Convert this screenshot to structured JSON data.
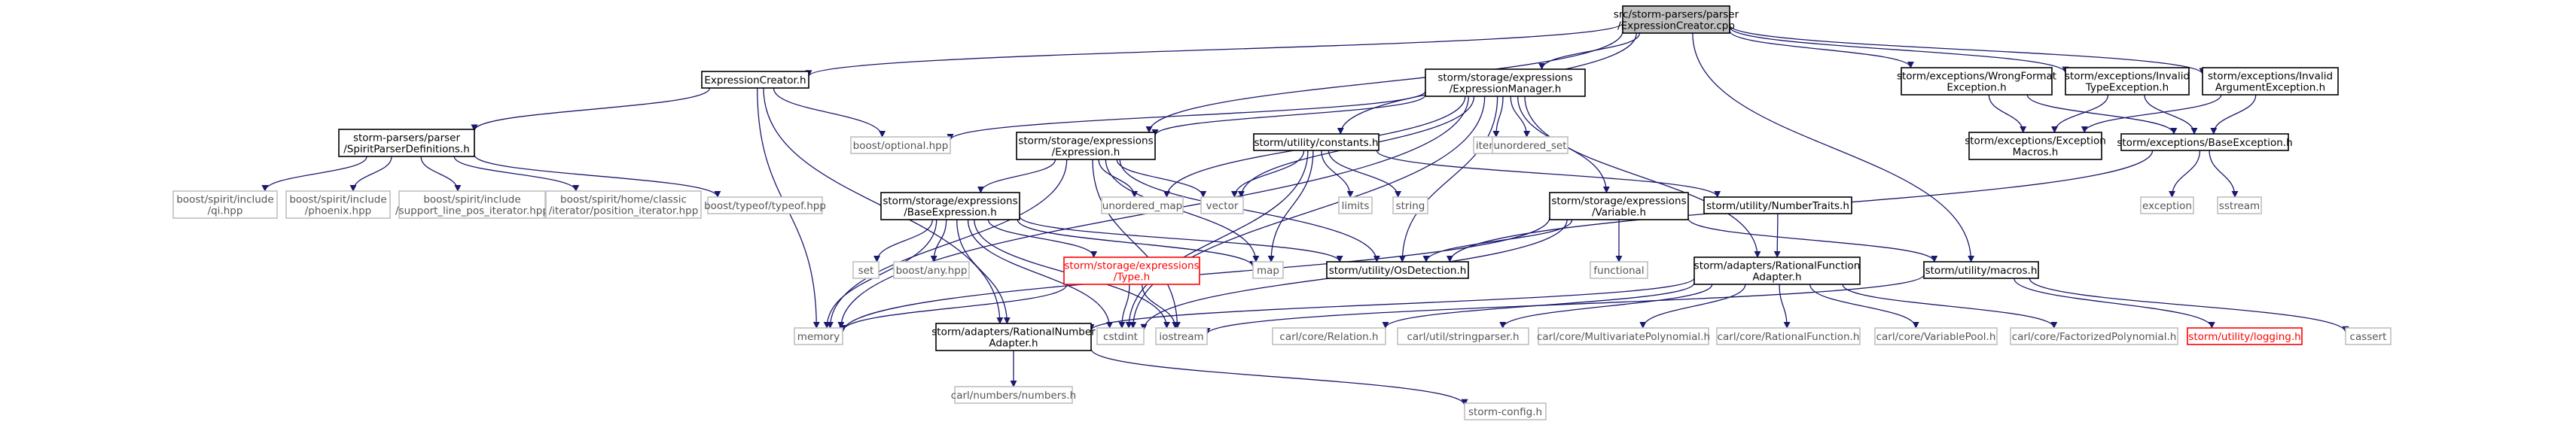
{
  "title": "src/storm-parsers/parser/ExpressionCreator.cpp",
  "colors": {
    "edge": "#191970",
    "root_fill": "#bfbfbf",
    "root_border": "#000000",
    "documented_border": "#000000",
    "external_border": "#bfbfbf",
    "external_text": "#555555",
    "red_border": "#ff0000",
    "text": "#000000"
  },
  "nodes": [
    {
      "id": "root",
      "lines": [
        "src/storm-parsers/parser",
        "/ExpressionCreator.cpp"
      ],
      "kind": "root"
    },
    {
      "id": "expressioncreator_h",
      "lines": [
        "ExpressionCreator.h"
      ],
      "kind": "doc"
    },
    {
      "id": "expressionmanager_h",
      "lines": [
        "storm/storage/expressions",
        "/ExpressionManager.h"
      ],
      "kind": "doc"
    },
    {
      "id": "wrongformat_h",
      "lines": [
        "storm/exceptions/WrongFormat",
        "Exception.h"
      ],
      "kind": "doc"
    },
    {
      "id": "invalidtype_h",
      "lines": [
        "storm/exceptions/Invalid",
        "TypeException.h"
      ],
      "kind": "doc"
    },
    {
      "id": "invalidargument_h",
      "lines": [
        "storm/exceptions/Invalid",
        "ArgumentException.h"
      ],
      "kind": "doc"
    },
    {
      "id": "spiritparserdefinitions_h",
      "lines": [
        "storm-parsers/parser",
        "/SpiritParserDefinitions.h"
      ],
      "kind": "doc"
    },
    {
      "id": "boost_optional",
      "lines": [
        "boost/optional.hpp"
      ],
      "kind": "ext"
    },
    {
      "id": "expression_h",
      "lines": [
        "storm/storage/expressions",
        "/Expression.h"
      ],
      "kind": "doc"
    },
    {
      "id": "constants_h",
      "lines": [
        "storm/utility/constants.h"
      ],
      "kind": "doc"
    },
    {
      "id": "iterator",
      "lines": [
        "iterator"
      ],
      "kind": "ext"
    },
    {
      "id": "unordered_set",
      "lines": [
        "unordered_set"
      ],
      "kind": "ext"
    },
    {
      "id": "exceptionmacros_h",
      "lines": [
        "storm/exceptions/Exception",
        "Macros.h"
      ],
      "kind": "doc"
    },
    {
      "id": "baseexception_h",
      "lines": [
        "storm/exceptions/BaseException.h"
      ],
      "kind": "doc"
    },
    {
      "id": "spirit_qi",
      "lines": [
        "boost/spirit/include",
        "/qi.hpp"
      ],
      "kind": "ext"
    },
    {
      "id": "spirit_phoenix",
      "lines": [
        "boost/spirit/include",
        "/phoenix.hpp"
      ],
      "kind": "ext"
    },
    {
      "id": "spirit_support",
      "lines": [
        "boost/spirit/include",
        "/support_line_pos_iterator.hpp"
      ],
      "kind": "ext"
    },
    {
      "id": "spirit_position",
      "lines": [
        "boost/spirit/home/classic",
        "/iterator/position_iterator.hpp"
      ],
      "kind": "ext"
    },
    {
      "id": "boost_typeof",
      "lines": [
        "boost/typeof/typeof.hpp"
      ],
      "kind": "ext"
    },
    {
      "id": "baseexpression_h",
      "lines": [
        "storm/storage/expressions",
        "/BaseExpression.h"
      ],
      "kind": "doc"
    },
    {
      "id": "unordered_map",
      "lines": [
        "unordered_map"
      ],
      "kind": "ext"
    },
    {
      "id": "vector",
      "lines": [
        "vector"
      ],
      "kind": "ext"
    },
    {
      "id": "limits",
      "lines": [
        "limits"
      ],
      "kind": "ext"
    },
    {
      "id": "string",
      "lines": [
        "string"
      ],
      "kind": "ext"
    },
    {
      "id": "variable_h",
      "lines": [
        "storm/storage/expressions",
        "/Variable.h"
      ],
      "kind": "doc"
    },
    {
      "id": "numbertraits_h",
      "lines": [
        "storm/utility/NumberTraits.h"
      ],
      "kind": "doc"
    },
    {
      "id": "exception",
      "lines": [
        "exception"
      ],
      "kind": "ext"
    },
    {
      "id": "sstream",
      "lines": [
        "sstream"
      ],
      "kind": "ext"
    },
    {
      "id": "set",
      "lines": [
        "set"
      ],
      "kind": "ext"
    },
    {
      "id": "boost_any",
      "lines": [
        "boost/any.hpp"
      ],
      "kind": "ext"
    },
    {
      "id": "type_h",
      "lines": [
        "storm/storage/expressions",
        "/Type.h"
      ],
      "kind": "red"
    },
    {
      "id": "map",
      "lines": [
        "map"
      ],
      "kind": "ext"
    },
    {
      "id": "osdetection_h",
      "lines": [
        "storm/utility/OsDetection.h"
      ],
      "kind": "doc"
    },
    {
      "id": "functional",
      "lines": [
        "functional"
      ],
      "kind": "ext"
    },
    {
      "id": "rationalfunctionadapter_h",
      "lines": [
        "storm/adapters/RationalFunction",
        "Adapter.h"
      ],
      "kind": "doc"
    },
    {
      "id": "macros_h",
      "lines": [
        "storm/utility/macros.h"
      ],
      "kind": "doc"
    },
    {
      "id": "memory",
      "lines": [
        "memory"
      ],
      "kind": "ext"
    },
    {
      "id": "rationalnumberadapter_h",
      "lines": [
        "storm/adapters/RationalNumber",
        "Adapter.h"
      ],
      "kind": "doc"
    },
    {
      "id": "cstdint",
      "lines": [
        "cstdint"
      ],
      "kind": "ext"
    },
    {
      "id": "iostream",
      "lines": [
        "iostream"
      ],
      "kind": "ext"
    },
    {
      "id": "carl_relation",
      "lines": [
        "carl/core/Relation.h"
      ],
      "kind": "ext"
    },
    {
      "id": "carl_stringparser",
      "lines": [
        "carl/util/stringparser.h"
      ],
      "kind": "ext"
    },
    {
      "id": "carl_multivariate",
      "lines": [
        "carl/core/MultivariatePolynomial.h"
      ],
      "kind": "ext"
    },
    {
      "id": "carl_rationalfunction",
      "lines": [
        "carl/core/RationalFunction.h"
      ],
      "kind": "ext"
    },
    {
      "id": "carl_variablepool",
      "lines": [
        "carl/core/VariablePool.h"
      ],
      "kind": "ext"
    },
    {
      "id": "carl_factorized",
      "lines": [
        "carl/core/FactorizedPolynomial.h"
      ],
      "kind": "ext"
    },
    {
      "id": "logging_h",
      "lines": [
        "storm/utility/logging.h"
      ],
      "kind": "red"
    },
    {
      "id": "cassert",
      "lines": [
        "cassert"
      ],
      "kind": "ext"
    },
    {
      "id": "carl_numbers",
      "lines": [
        "carl/numbers/numbers.h"
      ],
      "kind": "ext"
    },
    {
      "id": "storm_config",
      "lines": [
        "storm-config.h"
      ],
      "kind": "ext"
    }
  ],
  "edges": [
    [
      "root",
      "expressioncreator_h"
    ],
    [
      "root",
      "expressionmanager_h"
    ],
    [
      "root",
      "wrongformat_h"
    ],
    [
      "root",
      "invalidtype_h"
    ],
    [
      "root",
      "invalidargument_h"
    ],
    [
      "root",
      "expression_h"
    ],
    [
      "root",
      "constants_h"
    ],
    [
      "root",
      "macros_h"
    ],
    [
      "expressioncreator_h",
      "spiritparserdefinitions_h"
    ],
    [
      "expressioncreator_h",
      "boost_optional"
    ],
    [
      "expressioncreator_h",
      "memory"
    ],
    [
      "expressioncreator_h",
      "rationalnumberadapter_h"
    ],
    [
      "spiritparserdefinitions_h",
      "spirit_qi"
    ],
    [
      "spiritparserdefinitions_h",
      "spirit_phoenix"
    ],
    [
      "spiritparserdefinitions_h",
      "spirit_support"
    ],
    [
      "spiritparserdefinitions_h",
      "spirit_position"
    ],
    [
      "spiritparserdefinitions_h",
      "boost_typeof"
    ],
    [
      "expressionmanager_h",
      "boost_optional"
    ],
    [
      "expressionmanager_h",
      "expression_h"
    ],
    [
      "expressionmanager_h",
      "iterator"
    ],
    [
      "expressionmanager_h",
      "unordered_set"
    ],
    [
      "expressionmanager_h",
      "unordered_map"
    ],
    [
      "expressionmanager_h",
      "vector"
    ],
    [
      "expressionmanager_h",
      "variable_h"
    ],
    [
      "expressionmanager_h",
      "osdetection_h"
    ],
    [
      "expressionmanager_h",
      "rationalfunctionadapter_h"
    ],
    [
      "expressionmanager_h",
      "cstdint"
    ],
    [
      "expressionmanager_h",
      "memory"
    ],
    [
      "wrongformat_h",
      "exceptionmacros_h"
    ],
    [
      "wrongformat_h",
      "baseexception_h"
    ],
    [
      "invalidtype_h",
      "exceptionmacros_h"
    ],
    [
      "invalidtype_h",
      "baseexception_h"
    ],
    [
      "invalidargument_h",
      "exceptionmacros_h"
    ],
    [
      "invalidargument_h",
      "baseexception_h"
    ],
    [
      "baseexception_h",
      "exception"
    ],
    [
      "baseexception_h",
      "sstream"
    ],
    [
      "baseexception_h",
      "osdetection_h"
    ],
    [
      "expression_h",
      "baseexpression_h"
    ],
    [
      "expression_h",
      "unordered_map"
    ],
    [
      "expression_h",
      "vector"
    ],
    [
      "expression_h",
      "memory"
    ],
    [
      "expression_h",
      "map"
    ],
    [
      "expression_h",
      "osdetection_h"
    ],
    [
      "expression_h",
      "iostream"
    ],
    [
      "constants_h",
      "vector"
    ],
    [
      "constants_h",
      "limits"
    ],
    [
      "constants_h",
      "string"
    ],
    [
      "constants_h",
      "numbertraits_h"
    ],
    [
      "constants_h",
      "map"
    ],
    [
      "constants_h",
      "cstdint"
    ],
    [
      "baseexpression_h",
      "memory"
    ],
    [
      "baseexpression_h",
      "set"
    ],
    [
      "baseexpression_h",
      "boost_any"
    ],
    [
      "baseexpression_h",
      "type_h"
    ],
    [
      "baseexpression_h",
      "map"
    ],
    [
      "baseexpression_h",
      "osdetection_h"
    ],
    [
      "baseexpression_h",
      "rationalnumberadapter_h"
    ],
    [
      "baseexpression_h",
      "cstdint"
    ],
    [
      "baseexpression_h",
      "iostream"
    ],
    [
      "type_h",
      "memory"
    ],
    [
      "type_h",
      "cstdint"
    ],
    [
      "type_h",
      "iostream"
    ],
    [
      "variable_h",
      "functional"
    ],
    [
      "variable_h",
      "osdetection_h"
    ],
    [
      "variable_h",
      "macros_h"
    ],
    [
      "variable_h",
      "memory"
    ],
    [
      "variable_h",
      "cstdint"
    ],
    [
      "numbertraits_h",
      "rationalfunctionadapter_h"
    ],
    [
      "rationalfunctionadapter_h",
      "rationalnumberadapter_h"
    ],
    [
      "rationalfunctionadapter_h",
      "carl_relation"
    ],
    [
      "rationalfunctionadapter_h",
      "carl_stringparser"
    ],
    [
      "rationalfunctionadapter_h",
      "carl_multivariate"
    ],
    [
      "rationalfunctionadapter_h",
      "carl_rationalfunction"
    ],
    [
      "rationalfunctionadapter_h",
      "carl_variablepool"
    ],
    [
      "rationalfunctionadapter_h",
      "carl_factorized"
    ],
    [
      "macros_h",
      "logging_h"
    ],
    [
      "macros_h",
      "cassert"
    ],
    [
      "macros_h",
      "iostream"
    ],
    [
      "rationalnumberadapter_h",
      "carl_numbers"
    ],
    [
      "rationalnumberadapter_h",
      "storm_config"
    ]
  ]
}
